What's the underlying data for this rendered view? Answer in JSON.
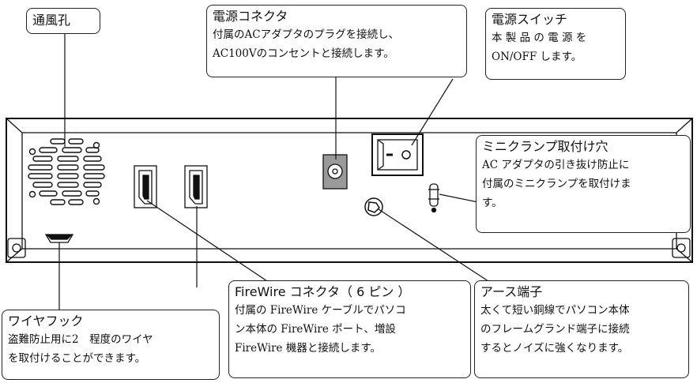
{
  "callouts": {
    "vent": {
      "title": "通風孔"
    },
    "power_connector": {
      "title": "電源コネクタ",
      "lines": [
        "付属のACアダプタのプラグを接続し、",
        "AC100Vのコンセントと接続します。"
      ]
    },
    "power_switch": {
      "title": "電源スイッチ",
      "lines": [
        "本 製 品 の 電 源 を",
        "ON/OFF します。"
      ]
    },
    "mini_clamp": {
      "title": "ミニクランプ取付け穴",
      "lines": [
        "AC アダプタの引き抜け防止に",
        "付属のミニクランプを取付けま",
        "す。"
      ]
    },
    "firewire": {
      "title": "FireWire コネクタ（ 6 ピン ）",
      "lines": [
        "付属の FireWire ケーブルでパソコ",
        "ン本体の FireWire ポート、増設",
        "FireWire 機器と接続します。"
      ]
    },
    "ground": {
      "title": "アース端子",
      "lines": [
        "太くて短い銅線でパソコン本体",
        "のフレームグランド端子に接続",
        "するとノイズに強くなります。"
      ]
    },
    "wire_hook": {
      "title": "ワイヤフック",
      "lines": [
        "盗難防止用に2　程度のワイヤ",
        "を取付けることができます。"
      ]
    }
  }
}
